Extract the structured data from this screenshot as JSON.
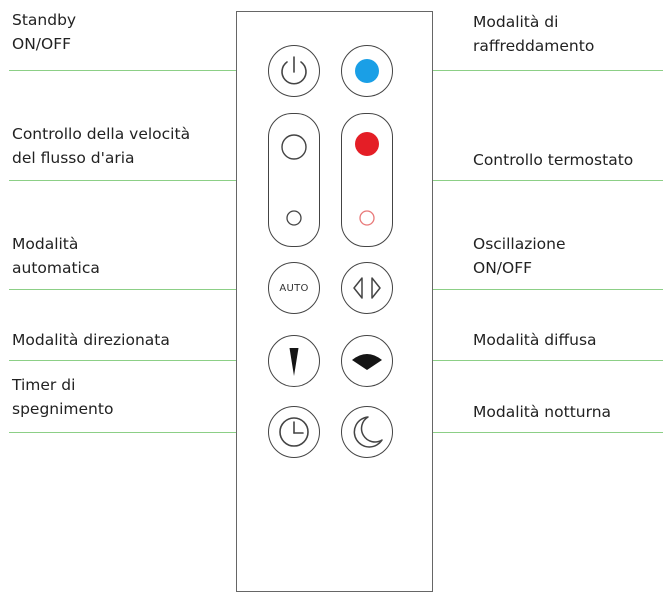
{
  "labels": {
    "standby": [
      "Standby",
      "ON/OFF"
    ],
    "cooling": [
      "Modalità di",
      "raffreddamento"
    ],
    "airflow": [
      "Controllo della velocità",
      "del flusso d'aria"
    ],
    "thermostat": [
      "Controllo termostato"
    ],
    "auto": [
      "Modalità",
      "automatica"
    ],
    "oscillation": [
      "Oscillazione",
      "ON/OFF"
    ],
    "directed": [
      "Modalità direzionata"
    ],
    "diffused": [
      "Modalità diffusa"
    ],
    "timer": [
      "Timer di",
      "spegnimento"
    ],
    "night": [
      "Modalità notturna"
    ]
  },
  "buttons": {
    "auto_text": "AUTO"
  },
  "colors": {
    "line": "#8ccf86",
    "cooling_dot": "#1a9fe6",
    "heat_dot": "#e41e26",
    "heat_small_ring": "#e87878"
  },
  "icons": {
    "standby": "power-icon",
    "cooling": "blue-dot-icon",
    "airflow": "circle-outline-icon",
    "thermostat": "red-dot-icon",
    "oscillation": "oscillation-arrows-icon",
    "directed": "narrow-jet-icon",
    "diffused": "wide-fan-icon",
    "timer": "clock-icon",
    "night": "moon-icon"
  }
}
